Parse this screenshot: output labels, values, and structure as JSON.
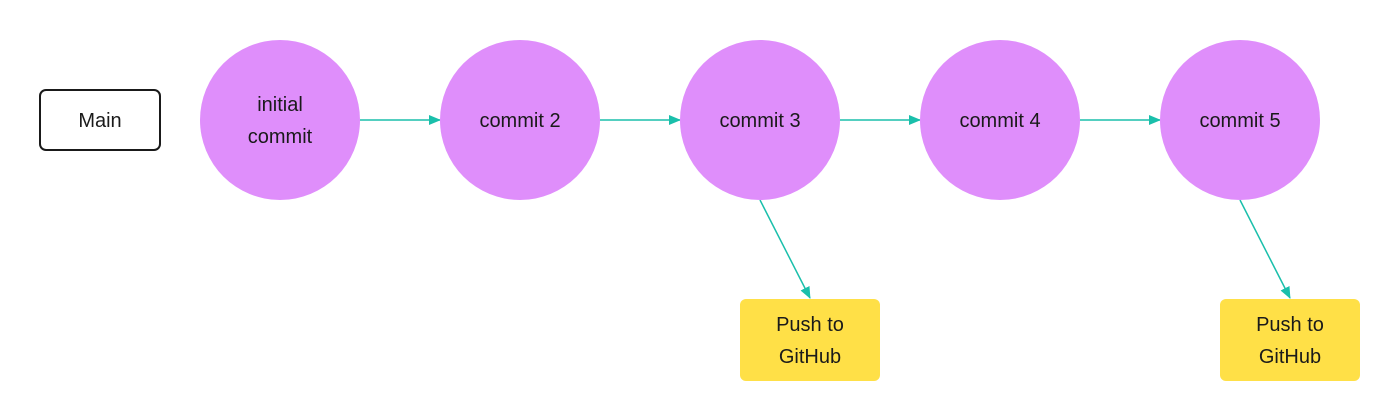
{
  "branch": {
    "label": "Main"
  },
  "commits": [
    {
      "label": "initial commit",
      "lines": [
        "initial",
        "commit"
      ]
    },
    {
      "label": "commit 2",
      "lines": [
        "commit 2"
      ]
    },
    {
      "label": "commit 3",
      "lines": [
        "commit 3"
      ]
    },
    {
      "label": "commit 4",
      "lines": [
        "commit 4"
      ]
    },
    {
      "label": "commit 5",
      "lines": [
        "commit 5"
      ]
    }
  ],
  "actions": [
    {
      "label": "Push to GitHub",
      "lines": [
        "Push to",
        "GitHub"
      ],
      "from_commit": 2
    },
    {
      "label": "Push to GitHub",
      "lines": [
        "Push to",
        "GitHub"
      ],
      "from_commit": 4
    }
  ],
  "colors": {
    "commit_fill": "#DF8EFB",
    "action_fill": "#FFE047",
    "arrow": "#1ABFAB",
    "branch_border": "#1a1a1a",
    "text": "#1a1a1a"
  }
}
